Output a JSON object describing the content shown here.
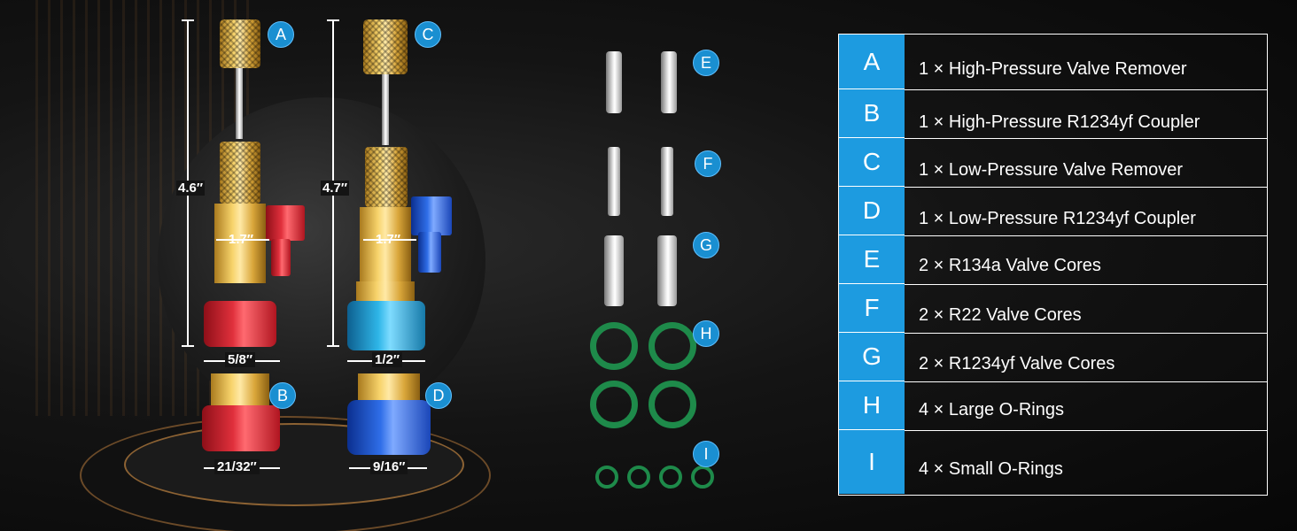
{
  "colors": {
    "accent": "#1d9be0",
    "background": "#0d0d0d",
    "red_handle": "#e0303c",
    "blue_handle": "#2f6ee8",
    "oring": "#1e8a4a"
  },
  "badges": {
    "a": "A",
    "b": "B",
    "c": "C",
    "d": "D",
    "e": "E",
    "f": "F",
    "g": "G",
    "h": "H",
    "i": "I"
  },
  "dimensions": {
    "a_height": "4.6″",
    "c_height": "4.7″",
    "a_width": "1.7″",
    "c_width": "1.7″",
    "a_base": "5/8″",
    "c_base": "1/2″",
    "b_base": "21/32″",
    "d_base": "9/16″"
  },
  "legend": [
    {
      "key": "A",
      "text": "1 × High-Pressure Valve Remover"
    },
    {
      "key": "B",
      "text": "1 × High-Pressure R1234yf Coupler"
    },
    {
      "key": "C",
      "text": "1 × Low-Pressure Valve Remover"
    },
    {
      "key": "D",
      "text": "1 × Low-Pressure R1234yf Coupler"
    },
    {
      "key": "E",
      "text": "2 × R134a Valve Cores"
    },
    {
      "key": "F",
      "text": "2 × R22 Valve Cores"
    },
    {
      "key": "G",
      "text": "2 × R1234yf Valve Cores"
    },
    {
      "key": "H",
      "text": "4 × Large O-Rings"
    },
    {
      "key": "I",
      "text": "4 × Small O-Rings"
    }
  ]
}
